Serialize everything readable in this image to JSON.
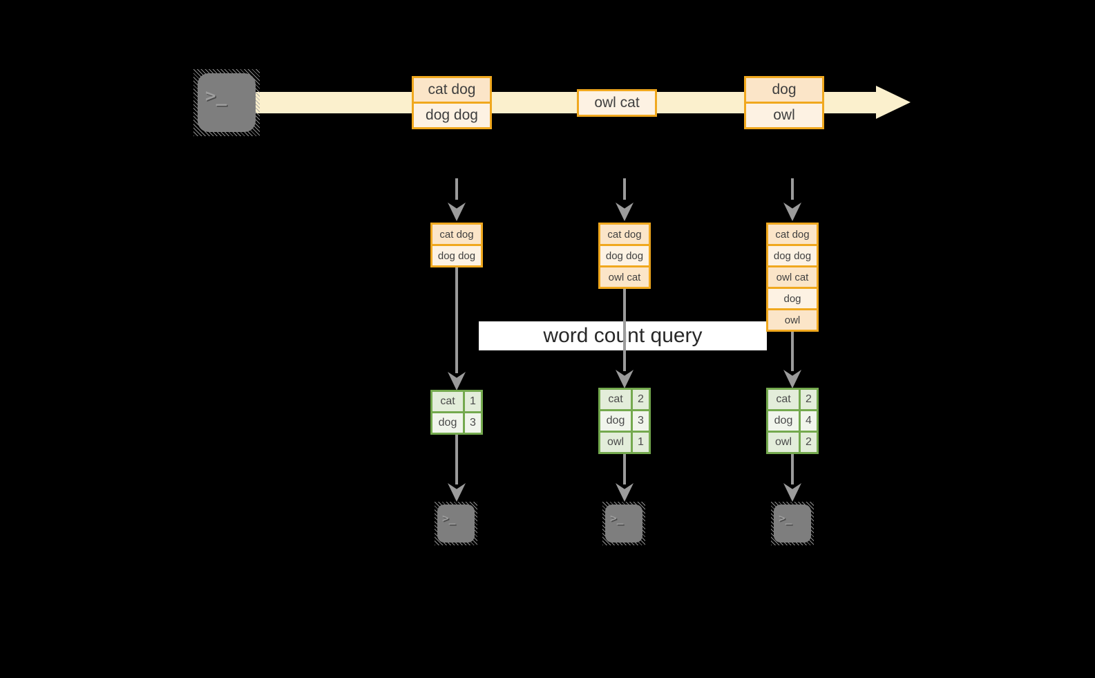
{
  "icons": {
    "terminal_glyph": ">_"
  },
  "stream": {
    "batches": [
      {
        "lines": [
          "cat dog",
          "dog dog"
        ]
      },
      {
        "lines": [
          "owl cat"
        ]
      },
      {
        "lines": [
          "dog",
          "owl"
        ]
      }
    ]
  },
  "query_banner": {
    "label": "word count query"
  },
  "columns": [
    {
      "batch": [
        "cat dog",
        "dog dog"
      ],
      "counts": [
        {
          "word": "cat",
          "count": "1"
        },
        {
          "word": "dog",
          "count": "3"
        }
      ]
    },
    {
      "batch": [
        "cat dog",
        "dog dog",
        "owl cat"
      ],
      "counts": [
        {
          "word": "cat",
          "count": "2"
        },
        {
          "word": "dog",
          "count": "3"
        },
        {
          "word": "owl",
          "count": "1"
        }
      ]
    },
    {
      "batch": [
        "cat dog",
        "dog dog",
        "owl cat",
        "dog",
        "owl"
      ],
      "counts": [
        {
          "word": "cat",
          "count": "2"
        },
        {
          "word": "dog",
          "count": "4"
        },
        {
          "word": "owl",
          "count": "2"
        }
      ]
    }
  ],
  "colors": {
    "background": "#000000",
    "stream_band": "#FBF0CD",
    "amber_border": "#F0A81E",
    "amber_cell_dark": "#FBE5C8",
    "amber_cell_light": "#FDF2E3",
    "green_border": "#74A94E",
    "green_cell_dark": "#E3EDDA",
    "green_cell_light": "#F1F5EC",
    "arrow_gray": "#9B9B9B",
    "banner_bg": "#FFFFFF",
    "terminal_gray": "#7E7E7E"
  }
}
